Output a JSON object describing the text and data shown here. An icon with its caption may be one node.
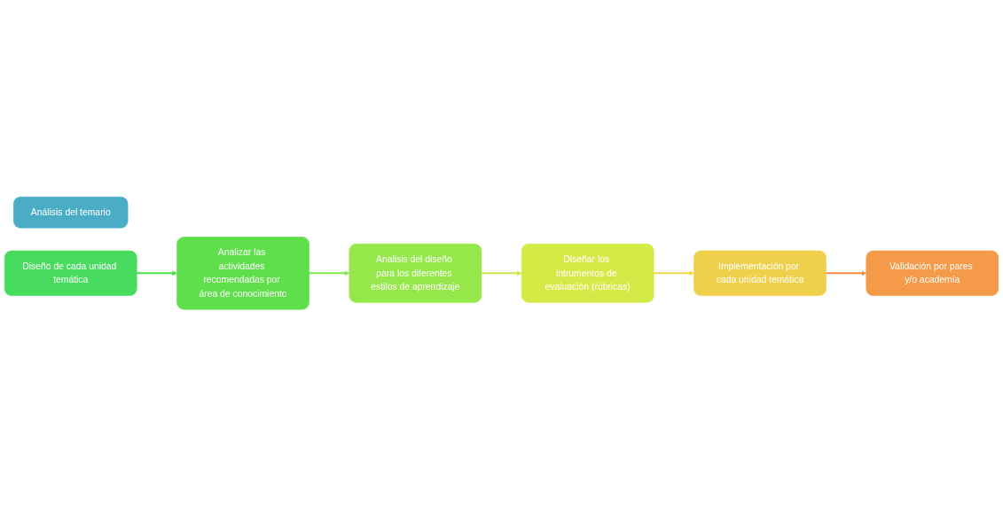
{
  "diagram": {
    "nodes": [
      {
        "text": [
          "Análisis del temario"
        ]
      },
      {
        "text": [
          "Analisis del diseño para los diferentes estilos de aprendizaje"
        ]
      },
      {
        "text": [
          "Analizar las actividades recomendadas por área de conocimiento"
        ]
      },
      {
        "text": [
          "Diseño de cada unidad temática"
        ]
      },
      {
        "text": [
          "Diseñar los intrumentos de evaluación (rúbricas)"
        ]
      },
      {
        "text": [
          "Implementación por cada unidad temática"
        ]
      },
      {
        "text": [
          "Validación por pares y/o academía"
        ]
      }
    ],
    "edges": [
      {
        "from": 3,
        "to": 2,
        "arrow": "to",
        "color": "#4cdf4a"
      },
      {
        "from": 2,
        "to": 1,
        "arrow": "to",
        "color": "#7de84a"
      },
      {
        "from": 1,
        "to": 4,
        "arrow": "to",
        "color": "#c6ea47"
      },
      {
        "from": 4,
        "to": 5,
        "arrow": "to",
        "color": "#f0d84a"
      },
      {
        "from": 5,
        "to": 6,
        "arrow": "to",
        "color": "#f08a40"
      }
    ]
  }
}
